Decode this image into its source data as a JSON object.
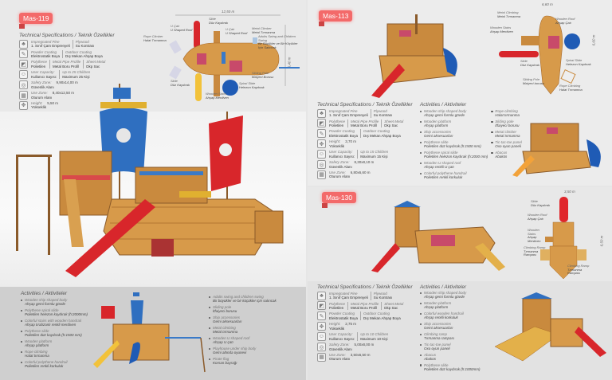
{
  "pages": [
    {
      "code": "Mas-119",
      "specs_title_en": "Technical Specifications /",
      "specs_title_tr": "Teknik Özellikler",
      "specs": [
        {
          "icon": "pine-icon",
          "cols": [
            {
              "en": "Impregnated Pine",
              "tr": "1. Sınıf Çam Emprenyeli"
            },
            {
              "en": "Plywood",
              "tr": "Su Kontrası"
            }
          ]
        },
        {
          "icon": "paint-icon",
          "cols": [
            {
              "en": "Powder Coating",
              "tr": "Elektrostatik Boya"
            },
            {
              "en": "Outdoor Coating",
              "tr": "Dış Mekan Ahşap Boya"
            }
          ]
        },
        {
          "icon": "material-icon",
          "cols": [
            {
              "en": "Polythene",
              "tr": "Polietilen"
            },
            {
              "en": "Metal Pipe Profile",
              "tr": "Metal Boru Profil"
            },
            {
              "en": "Sheet Metal",
              "tr": "Dkp Sac"
            }
          ]
        },
        {
          "icon": "users-icon",
          "cols": [
            {
              "en": "User Capacity:",
              "tr": "Kullanıcı Sayısı:"
            },
            {
              "en": "Up to 25 Children",
              "tr": "Maximum 25 Kişi"
            }
          ]
        },
        {
          "icon": "safety-icon",
          "cols": [
            {
              "en": "Safety Zone:",
              "val": "9,90x14,00 m",
              "tr": "Güvenlik Alanı"
            }
          ]
        },
        {
          "icon": "area-icon",
          "cols": [
            {
              "en": "Use Zone:",
              "val": "8,40x12,50 m",
              "tr": "Oturum Alanı"
            }
          ]
        },
        {
          "icon": "height-icon",
          "cols": [
            {
              "en": "Height:",
              "val": "5,50 m",
              "tr": "Yükseklik"
            }
          ]
        }
      ],
      "activities_title_en": "Activities /",
      "activities_title_tr": "Aktiviteler",
      "activities": [
        {
          "en": "Wooden ship shaped body",
          "tr": "Ahşap gemi formlu gövde"
        },
        {
          "en": "Polythene spiral slide",
          "tr": "Polietilen helezon kaydırak (h:2000mm)"
        },
        {
          "en": "Colorful stairs with wooden handrail",
          "tr": "Ahşap tırabzanlı renkli merdiven"
        },
        {
          "en": "Polythene slide",
          "tr": "Polietilen düz kaydırak (h:1500 mm)"
        },
        {
          "en": "Wooden platform",
          "tr": "Ahşap platform"
        },
        {
          "en": "Rope climbing",
          "tr": "Halat tırmanma"
        },
        {
          "en": "Colorful polythene handrail",
          "tr": "Polietilen renkli korkuluk"
        },
        {
          "en": "Adults swing and  children swing",
          "tr": "Bir büyükler ve bir küçükler için salıncak"
        },
        {
          "en": "Sliding pole",
          "tr": "İtfaiyeci borusu"
        },
        {
          "en": "Ship accessories",
          "tr": "Gemi aksesuarları"
        },
        {
          "en": "Metal climbing",
          "tr": "Metal tırmanma"
        },
        {
          "en": "Wooden U shaped roof",
          "tr": "Ahşap U çatı"
        },
        {
          "en": "Playhouse under ship body",
          "tr": "Gemi altında oyunevi"
        },
        {
          "en": "Pirate flag",
          "tr": "Korsan bayrağı"
        }
      ],
      "diagram": {
        "width": "12,50 m",
        "depth": "6,40 m",
        "labels": [
          {
            "en": "Slide",
            "tr": "Düz Kaydırak"
          },
          {
            "en": "U Çatı",
            "tr": "U Shaped Roof"
          },
          {
            "en": "U Çatı",
            "tr": "U Shaped Roof"
          },
          {
            "en": "Metal Climber",
            "tr": "Metal Tırmanma"
          },
          {
            "en": "Adults Swing and Children Swing",
            "tr": "Bir Büyükler ve Bir Küçükler İçin Salıncak"
          },
          {
            "en": "Sliding Pole",
            "tr": "İtfaiyeci Borusu"
          },
          {
            "en": "Spiral Slide",
            "tr": "Helezon Kaydırak"
          },
          {
            "en": "Wooden Stairs",
            "tr": "Ahşap Merdiven"
          },
          {
            "en": "Slide",
            "tr": "Düz Kaydırak"
          },
          {
            "en": "Rope Climber",
            "tr": "Halat Tırmanma"
          }
        ]
      }
    },
    {
      "code": "Mas-113",
      "specs_title_en": "Technical Specifications /",
      "specs_title_tr": "Teknik Özellikler",
      "specs": [
        {
          "icon": "pine-icon",
          "cols": [
            {
              "en": "Impregnated Pine",
              "tr": "1. Sınıf Çam Emprenyeli"
            },
            {
              "en": "Plywood",
              "tr": "Su Kontrası"
            }
          ]
        },
        {
          "icon": "material-icon",
          "cols": [
            {
              "en": "Polythene",
              "tr": "Polietilen"
            },
            {
              "en": "Metal Pipe Profile",
              "tr": "Metal Boru Profil"
            },
            {
              "en": "Sheet Metal",
              "tr": "Dkp Sac"
            }
          ]
        },
        {
          "icon": "paint-icon",
          "cols": [
            {
              "en": "Powder Coating",
              "tr": "Elektrostatik Boya"
            },
            {
              "en": "Outdoor Coating",
              "tr": "Dış Mekan Ahşap Boya"
            }
          ]
        },
        {
          "icon": "height-icon",
          "cols": [
            {
              "en": "Height:",
              "val": "3,70 m",
              "tr": "Yükseklik"
            }
          ]
        },
        {
          "icon": "users-icon",
          "cols": [
            {
              "en": "User Capacity:",
              "tr": "Kullanıcı Sayısı:"
            },
            {
              "en": "Up to 15 Children",
              "tr": "Maximum 15 Kişi"
            }
          ]
        },
        {
          "icon": "safety-icon",
          "cols": [
            {
              "en": "Safety Zone:",
              "val": "8,30x8,10 m",
              "tr": "Güvenlik Alanı"
            }
          ]
        },
        {
          "icon": "area-icon",
          "cols": [
            {
              "en": "Use Zone:",
              "val": "6,80x6,60 m",
              "tr": "Oturum Alanı"
            }
          ]
        }
      ],
      "activities_title_en": "Activities /",
      "activities_title_tr": "Aktiviteler",
      "activities": [
        {
          "en": "Wooden ship shaped body",
          "tr": "Ahşap gemi formlu gövde"
        },
        {
          "en": "Wooden platform",
          "tr": "Ahşap platform"
        },
        {
          "en": "Ship accessories",
          "tr": "Gemi aksesuarları"
        },
        {
          "en": "Polythene slide",
          "tr": "Polietilen düz kaydırak (h:1500 mm)"
        },
        {
          "en": "Polythene spiral slide",
          "tr": "Polietilen helezon kaydırak (h:2000 mm)"
        },
        {
          "en": "Wooden U shaped roof",
          "tr": "Ahşap renkli U çatı"
        },
        {
          "en": "Colorful polythene handrail",
          "tr": "Polietilen renkli korkuluk"
        },
        {
          "en": "Rope climbing",
          "tr": "Halat tırmanma"
        },
        {
          "en": "Sliding pole",
          "tr": "İtfaiyeci borusu"
        },
        {
          "en": "Metal climber",
          "tr": "Metal tırmanma"
        },
        {
          "en": "Tic-tac-toe panel",
          "tr": "Oxo oyun paneli"
        },
        {
          "en": "Abacus",
          "tr": "Abaküs"
        }
      ],
      "diagram": {
        "width": "6,60 m",
        "depth": "6,60 m",
        "labels": [
          {
            "en": "Metal Climbing",
            "tr": "Metal Tırmanma"
          },
          {
            "en": "Wooden Roof",
            "tr": "Ahşap Çatı"
          },
          {
            "en": "Wooden Stairs",
            "tr": "Ahşap Merdiven"
          },
          {
            "en": "Slide",
            "tr": "Düz Kaydırak"
          },
          {
            "en": "Spiral Slide",
            "tr": "Helezon Kaydırak"
          },
          {
            "en": "Sliding Pole",
            "tr": "İtfaiyeci borusu"
          },
          {
            "en": "Rope Climbing",
            "tr": "Halat Tırmanma"
          }
        ]
      }
    },
    {
      "code": "Mas-130",
      "specs_title_en": "Technical Specifications /",
      "specs_title_tr": "Teknik Özellikler",
      "specs": [
        {
          "icon": "pine-icon",
          "cols": [
            {
              "en": "Impregnated Pine",
              "tr": "1. Sınıf Çam Emprenyeli"
            },
            {
              "en": "Plywood",
              "tr": "Su Kontrası"
            }
          ]
        },
        {
          "icon": "material-icon",
          "cols": [
            {
              "en": "Polythene",
              "tr": "Polietilen"
            },
            {
              "en": "Metal Pipe Profile",
              "tr": "Metal Boru Profil"
            },
            {
              "en": "Sheet Metal",
              "tr": "Dkp Sac"
            }
          ]
        },
        {
          "icon": "paint-icon",
          "cols": [
            {
              "en": "Powder Coating",
              "tr": "Elektrostatik Boya"
            },
            {
              "en": "Outdoor Coating",
              "tr": "Dış Mekan Ahşap Boya"
            }
          ]
        },
        {
          "icon": "height-icon",
          "cols": [
            {
              "en": "Height:",
              "val": "2,75 m",
              "tr": "Yükseklik"
            }
          ]
        },
        {
          "icon": "users-icon",
          "cols": [
            {
              "en": "User Capacity:",
              "tr": "Kullanıcı Sayısı:"
            },
            {
              "en": "Up to 10 Children",
              "tr": "Maximum 10 Kişi"
            }
          ]
        },
        {
          "icon": "safety-icon",
          "cols": [
            {
              "en": "Safety Zone:",
              "val": "5,00x8,00 m",
              "tr": "Güvenlik Alanı"
            }
          ]
        },
        {
          "icon": "area-icon",
          "cols": [
            {
              "en": "Use Zone:",
              "val": "3,50x6,50 m",
              "tr": "Oturum Alanı"
            }
          ]
        }
      ],
      "activities_title_en": "Activities /",
      "activities_title_tr": "Aktiviteler",
      "activities": [
        {
          "en": "Wooden ship shaped body",
          "tr": "Ahşap gemi formlu gövde"
        },
        {
          "en": "Wooden platform",
          "tr": "Ahşap platform"
        },
        {
          "en": "Colorful wooden handrail",
          "tr": "Ahşap renkli korkuluk"
        },
        {
          "en": "Ship accessories",
          "tr": "Gemi aksesuarları"
        },
        {
          "en": "Climbing ramp",
          "tr": "Tırmanma rampası"
        },
        {
          "en": "Tic-tac-toe panel",
          "tr": "Oxo oyun paneli"
        },
        {
          "en": "Abacus",
          "tr": "Abaküs"
        },
        {
          "en": "Polythene slide",
          "tr": "Polietilen düz kaydırak (h:1000mm)"
        }
      ],
      "diagram": {
        "width": "3,50 m",
        "depth": "6,50 m",
        "labels": [
          {
            "en": "Slide",
            "tr": "Düz Kaydırak"
          },
          {
            "en": "Wooden Roof",
            "tr": "Ahşap Çatı"
          },
          {
            "en": "Wooden Stairs",
            "tr": "Ahşap Merdiven"
          },
          {
            "en": "Climbing Ramp",
            "tr": "Tırmanma Rampası"
          },
          {
            "en": "Climbing Ramp",
            "tr": "Tırmanma Rampası"
          }
        ]
      }
    }
  ],
  "colors": {
    "code_badge": "#f36a6a",
    "wood": "#d79a4a",
    "slide_red": "#d8262b",
    "slide_blue": "#1f5bb5"
  }
}
